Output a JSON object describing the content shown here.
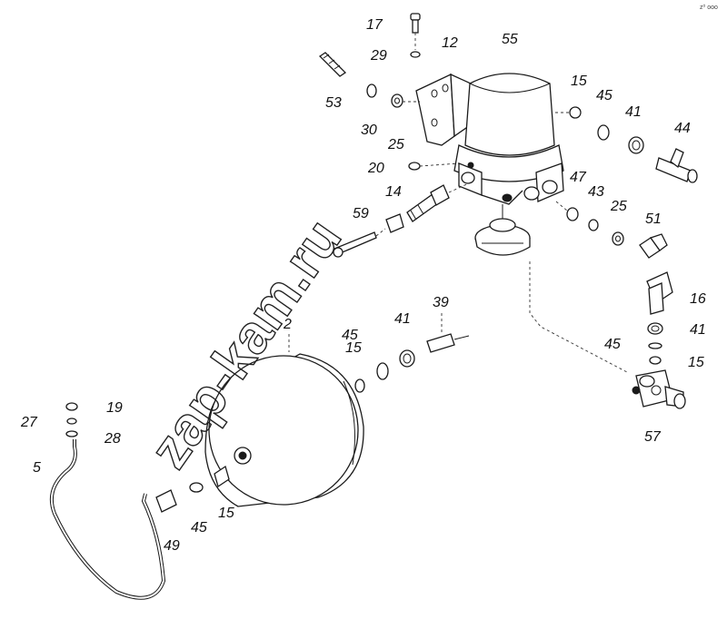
{
  "watermark": "zap-kam.ru",
  "corner_mark": "z⁰ ooo",
  "labels": [
    {
      "id": "l17a",
      "text": "17"
    },
    {
      "id": "l29",
      "text": "29"
    },
    {
      "id": "l12",
      "text": "12"
    },
    {
      "id": "l55",
      "text": "55"
    },
    {
      "id": "l53",
      "text": "53"
    },
    {
      "id": "l30",
      "text": "30"
    },
    {
      "id": "l25a",
      "text": "25"
    },
    {
      "id": "l15a",
      "text": "15"
    },
    {
      "id": "l45a",
      "text": "45"
    },
    {
      "id": "l41a",
      "text": "41"
    },
    {
      "id": "l44",
      "text": "44"
    },
    {
      "id": "l20",
      "text": "20"
    },
    {
      "id": "l47",
      "text": "47"
    },
    {
      "id": "l43",
      "text": "43"
    },
    {
      "id": "l25b",
      "text": "25"
    },
    {
      "id": "l14",
      "text": "14"
    },
    {
      "id": "l59",
      "text": "59"
    },
    {
      "id": "l51",
      "text": "51"
    },
    {
      "id": "l16",
      "text": "16"
    },
    {
      "id": "l39",
      "text": "39"
    },
    {
      "id": "l41b",
      "text": "41"
    },
    {
      "id": "l45b",
      "text": "45"
    },
    {
      "id": "l15b",
      "text": "15"
    },
    {
      "id": "l2",
      "text": "2"
    },
    {
      "id": "l41c",
      "text": "41"
    },
    {
      "id": "l45c",
      "text": "45"
    },
    {
      "id": "l15c",
      "text": "15"
    },
    {
      "id": "l19",
      "text": "19"
    },
    {
      "id": "l27",
      "text": "27"
    },
    {
      "id": "l28",
      "text": "28"
    },
    {
      "id": "l5",
      "text": "5"
    },
    {
      "id": "l57",
      "text": "57"
    },
    {
      "id": "l49",
      "text": "49"
    },
    {
      "id": "l45d",
      "text": "45"
    },
    {
      "id": "l15d",
      "text": "15"
    }
  ]
}
